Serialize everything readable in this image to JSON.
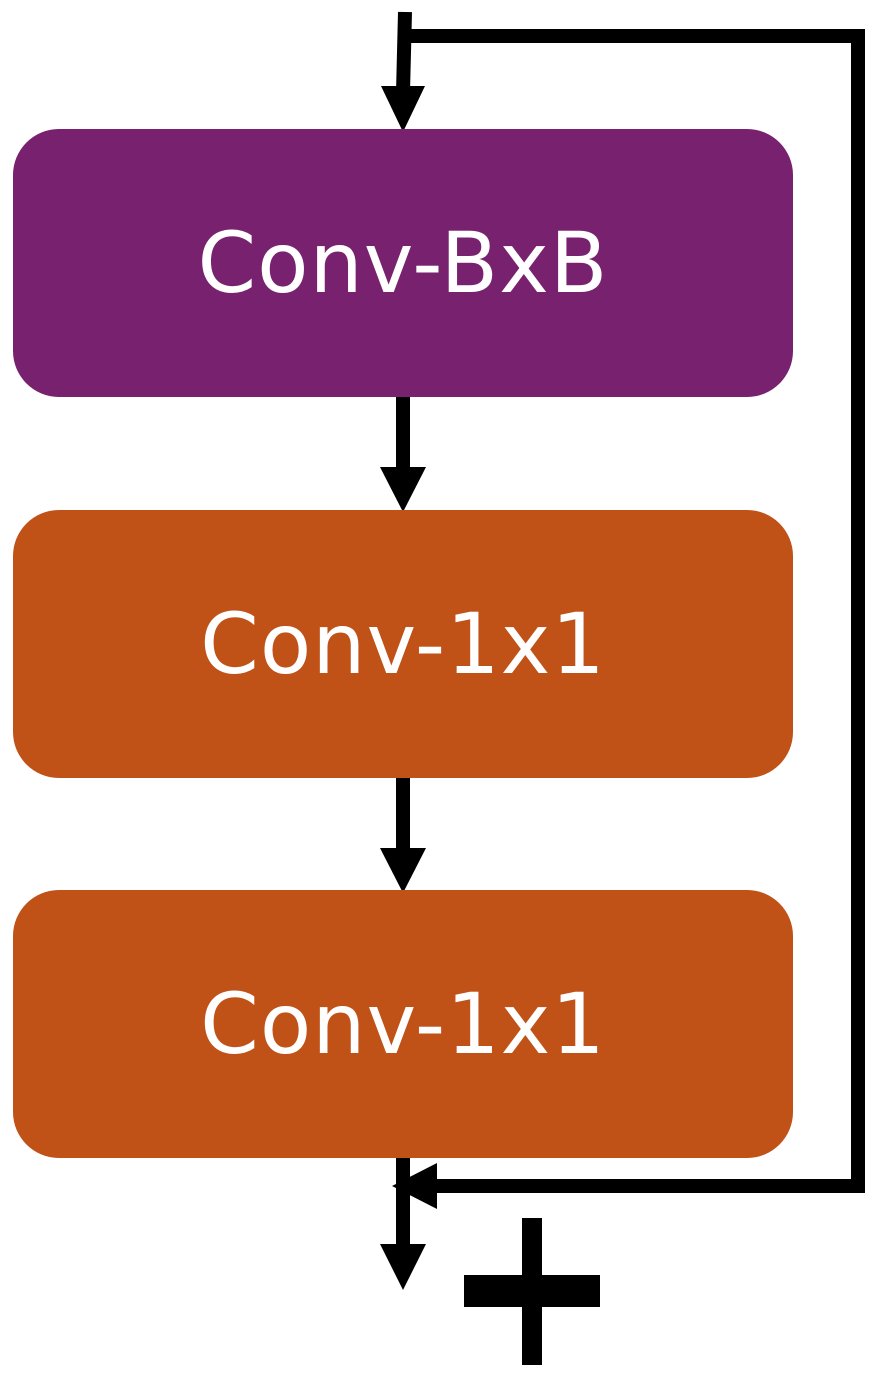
{
  "blocks": [
    {
      "label": "Conv-BxB",
      "color": "#78216E"
    },
    {
      "label": "Conv-1x1",
      "color": "#C05117"
    },
    {
      "label": "Conv-1x1",
      "color": "#C05117"
    }
  ],
  "arrow_color": "#000000",
  "sum_symbol": "plus-icon"
}
